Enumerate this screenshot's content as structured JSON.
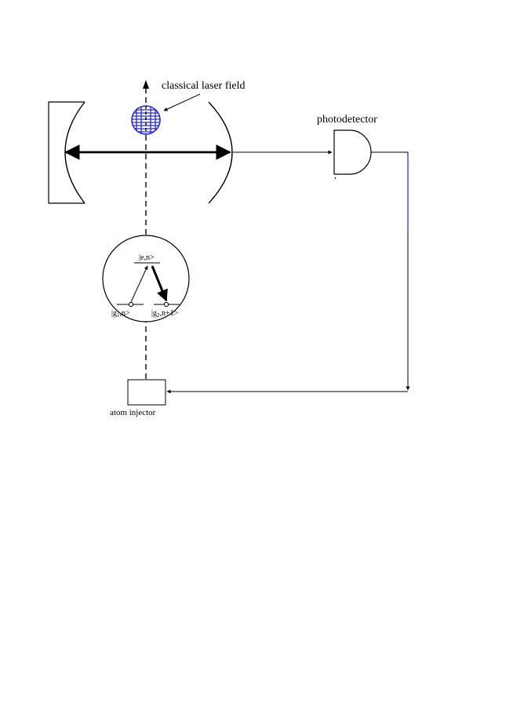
{
  "labels": {
    "laser_field": "classical laser field",
    "photodetector": "photodetector",
    "atom_injector": "atom injector"
  },
  "states": {
    "excited": "|e,n>",
    "ground1_prefix": "|g",
    "ground1_sub": "1",
    "ground1_suffix": ",n>",
    "ground2_prefix": "|g",
    "ground2_sub": "2",
    "ground2_suffix": ",n+1>"
  },
  "colors": {
    "line": "#000000",
    "laser_spot": "#2a2ad4",
    "feedback_segment": "#1a1aff"
  }
}
